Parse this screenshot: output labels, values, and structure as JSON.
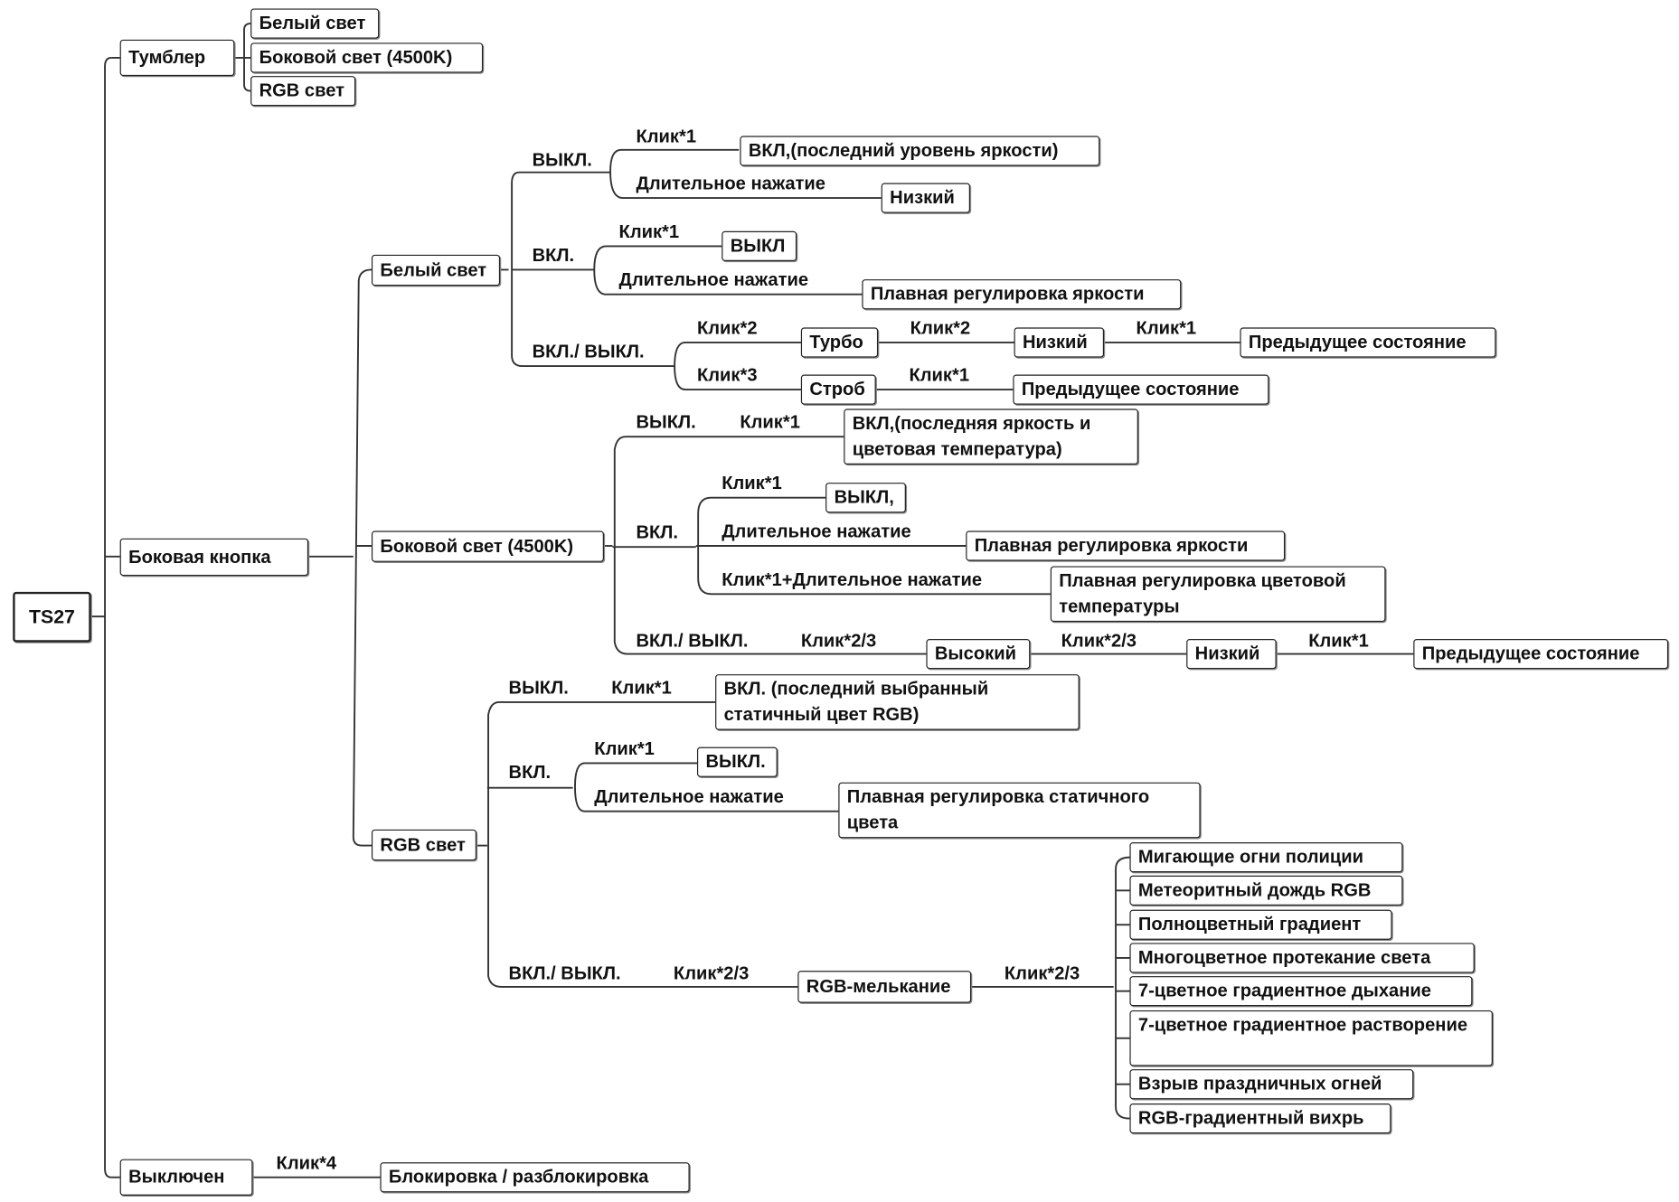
{
  "root": "TS27",
  "toggle": {
    "label": "Тумблер",
    "items": [
      "Белый свет",
      "Боковой свет (4500K)",
      "RGB свет"
    ]
  },
  "side_button": {
    "label": "Боковая кнопка",
    "white": {
      "label": "Белый свет",
      "off": {
        "label": "ВЫКЛ.",
        "click1": "Клик*1",
        "click1_result": "ВКЛ,(последний уровень яркости)",
        "long": "Длительное нажатие",
        "long_result": "Низкий"
      },
      "on": {
        "label": "ВКЛ.",
        "click1": "Клик*1",
        "click1_result": "ВЫКЛ",
        "long": "Длительное нажатие",
        "long_result": "Плавная регулировка яркости"
      },
      "onoff": {
        "label": "ВКЛ./ ВЫКЛ.",
        "click2": "Клик*2",
        "turbo": "Турбо",
        "turbo_click": "Клик*2",
        "low": "Низкий",
        "low_click": "Клик*1",
        "prev1": "Предыдущее состояние",
        "click3": "Клик*3",
        "strobe": "Строб",
        "strobe_click": "Клик*1",
        "prev2": "Предыдущее состояние"
      }
    },
    "side": {
      "label": "Боковой свет (4500K)",
      "off": {
        "label": "ВЫКЛ.",
        "click1": "Клик*1",
        "click1_result": "ВКЛ,(последняя яркость и цветовая температура)"
      },
      "on": {
        "label": "ВКЛ.",
        "click1": "Клик*1",
        "click1_result": "ВЫКЛ,",
        "long": "Длительное нажатие",
        "long_result": "Плавная регулировка яркости",
        "combo": "Клик*1+Длительное нажатие",
        "combo_result": "Плавная регулировка цветовой  температуры"
      },
      "onoff": {
        "label": "ВКЛ./ ВЫКЛ.",
        "click": "Клик*2/3",
        "high": "Высокий",
        "high_click": "Клик*2/3",
        "low": "Низкий",
        "low_click": "Клик*1",
        "prev": "Предыдущее состояние"
      }
    },
    "rgb": {
      "label": "RGB свет",
      "off": {
        "label": "ВЫКЛ.",
        "click1": "Клик*1",
        "click1_result": "ВКЛ. (последний выбранный статичный цвет RGB)"
      },
      "on": {
        "label": "ВКЛ.",
        "click1": "Клик*1",
        "click1_result": "ВЫКЛ.",
        "long": "Длительное нажатие",
        "long_result": "Плавная регулировка статичного цвета"
      },
      "onoff": {
        "label": "ВКЛ./ ВЫКЛ.",
        "click": "Клик*2/3",
        "flicker": "RGB-мелькание",
        "flicker_click": "Клик*2/3",
        "modes": [
          "Мигающие огни полиции",
          "Метеоритный дождь RGB",
          "Полноцветный градиент",
          "Многоцветное протекание света",
          "7-цветное градиентное дыхание",
          "7-цветное градиентное растворение",
          "Взрыв праздничных огней",
          "RGB-градиентный вихрь"
        ]
      }
    }
  },
  "off_state": {
    "label": "Выключен",
    "click4": "Клик*4",
    "result": "Блокировка / разблокировка"
  }
}
